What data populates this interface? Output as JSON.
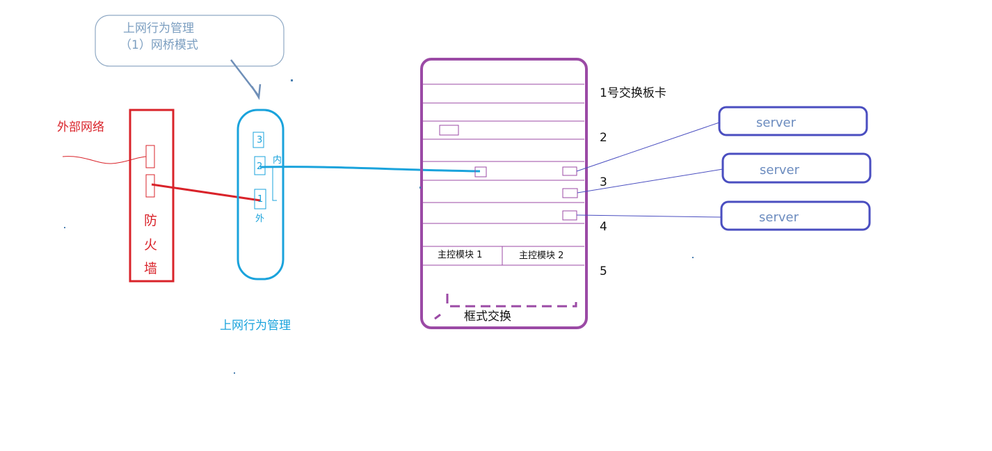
{
  "callout": {
    "line1": "上网行为管理",
    "line2": "（1）网桥模式",
    "color": "#7b9ec0"
  },
  "external": {
    "label": "外部网络",
    "color": "#d9232a"
  },
  "firewall": {
    "chars": [
      "防",
      "火",
      "墙"
    ],
    "color": "#d9232a"
  },
  "bridge_device": {
    "ports": [
      "3",
      "2",
      "1"
    ],
    "inner_label": "内",
    "outer_label": "外",
    "caption": "上网行为管理",
    "color": "#1aa3dc"
  },
  "chassis": {
    "board_labels": [
      "1号交换板卡",
      "2",
      "3",
      "4",
      "5"
    ],
    "module1": "主控模块 1",
    "module2": "主控模块 2",
    "caption": "框式交换",
    "color": "#9b4aa5"
  },
  "servers": [
    {
      "label": "server"
    },
    {
      "label": "server"
    },
    {
      "label": "server"
    }
  ],
  "server_color": "#4a4ec0"
}
